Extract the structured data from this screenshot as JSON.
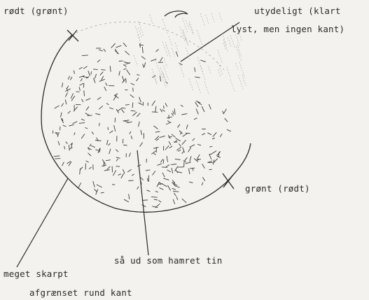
{
  "labels": {
    "top_left": "rødt (grønt)",
    "top_right_line1": "utydeligt (klart",
    "top_right_line2": "lyst, men ingen kant)",
    "right": "grønt (rødt)",
    "bottom_center": "så ud som hamret tin",
    "bottom_left_line1": "meget skarpt",
    "bottom_left_line2": "afgrænset rund kant"
  },
  "colors": {
    "background": "#f3f2ee",
    "ink": "#2a2a2a",
    "faint_ink": "#9a9a9a"
  }
}
